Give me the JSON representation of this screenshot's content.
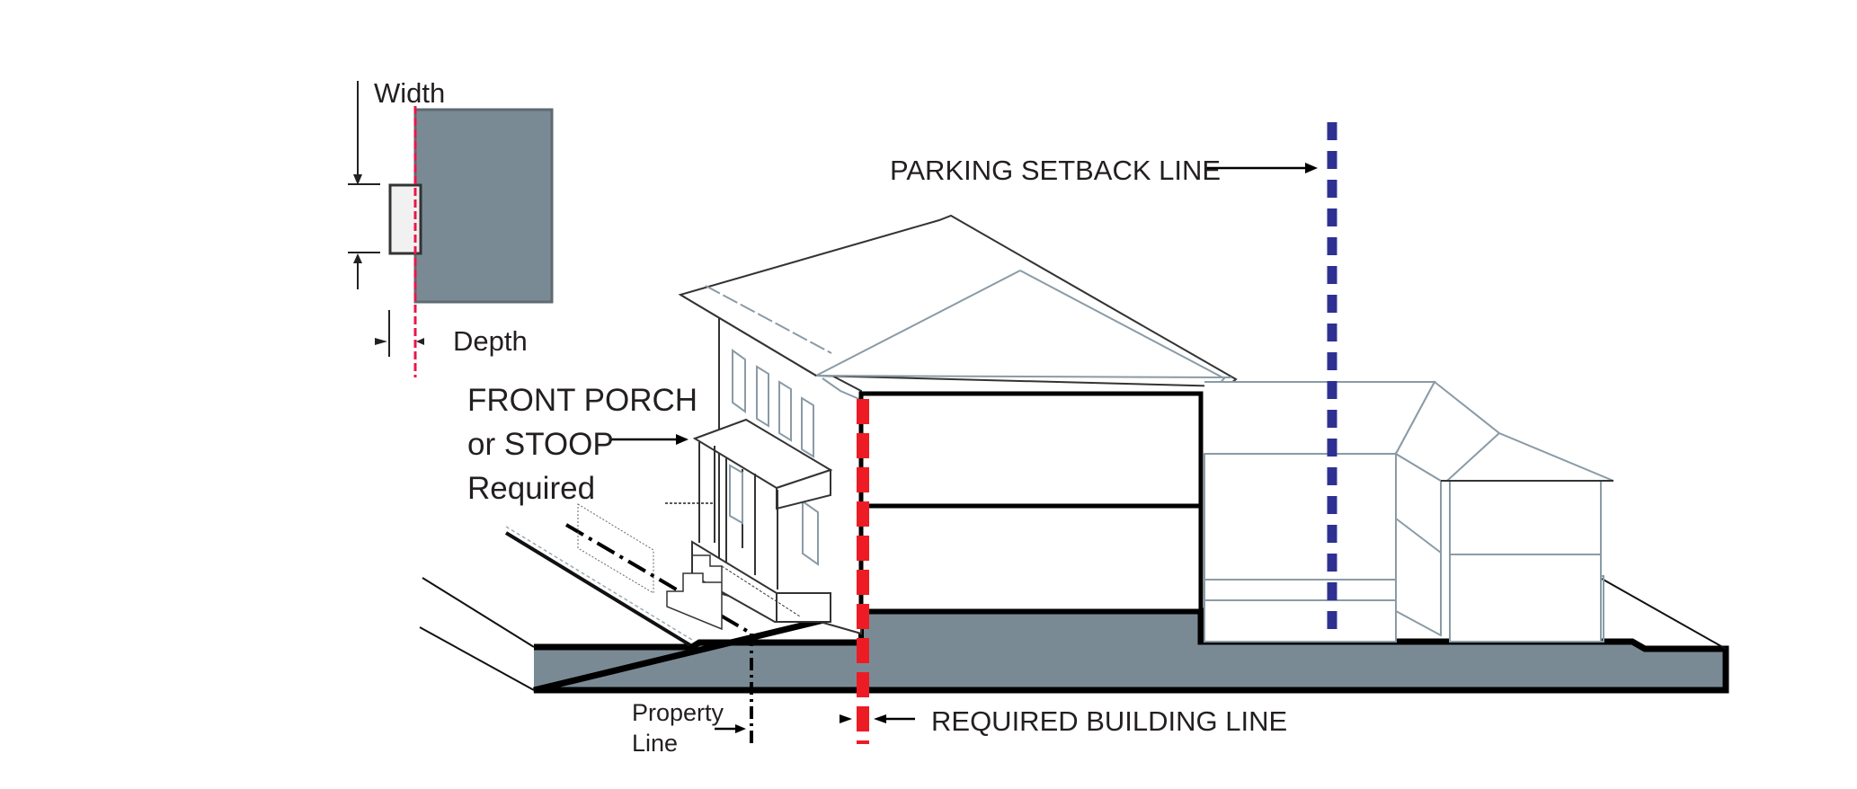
{
  "diagram": {
    "title": "Front porch / stoop and required building line diagram",
    "labels": {
      "width": "Width",
      "depth": "Depth",
      "front_porch_line1": "FRONT PORCH",
      "front_porch_line2": "or STOOP",
      "front_porch_line3": "Required",
      "parking_setback": "PARKING SETBACK LINE",
      "property_line1": "Property",
      "property_line2": "Line",
      "required_building_line": "REQUIRED BUILDING LINE"
    },
    "colors": {
      "lot_fill": "#7a8a95",
      "outline": "#000000",
      "building_line_red": "#ed1c24",
      "inset_line_red": "#e8174b",
      "parking_setback_blue": "#2e3192",
      "roof_line": "#8a9ba6",
      "porch_fill": "#f1f1f1"
    }
  }
}
